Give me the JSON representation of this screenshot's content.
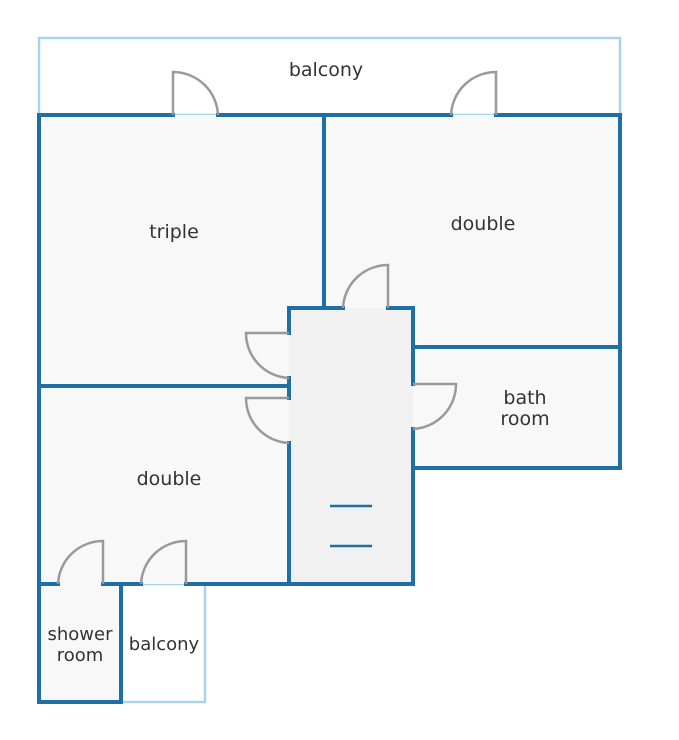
{
  "colors": {
    "wall": "#1d6fa5",
    "balcony_outline": "#a9d3ec",
    "floor": "#f8f8f8",
    "hall_floor": "#f1f1f1",
    "door": "#9a9a9a",
    "label": "#333333"
  },
  "rooms": {
    "balcony_top": "balcony",
    "triple": "triple",
    "double_top": "double",
    "bath_line1": "bath",
    "bath_line2": "room",
    "double_bottom": "double",
    "shower_line1": "shower",
    "shower_line2": "room",
    "balcony_bottom": "balcony"
  },
  "icons": [
    "door-swing-icon",
    "stair-marker-icon"
  ]
}
